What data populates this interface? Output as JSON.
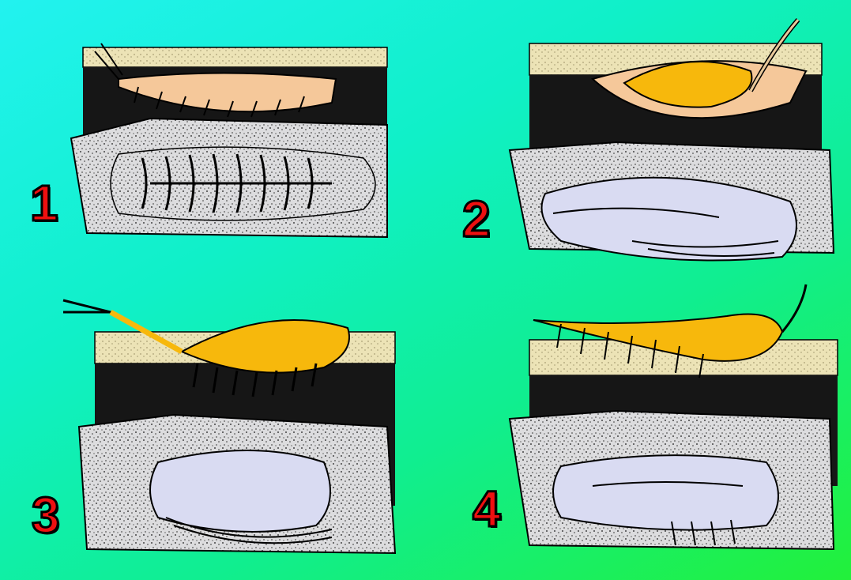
{
  "panels": [
    {
      "label": "1"
    },
    {
      "label": "2"
    },
    {
      "label": "3"
    },
    {
      "label": "4"
    }
  ],
  "colors": {
    "background_top_left": "#22f2f0",
    "background_bottom_right": "#22f03a",
    "sand_layer": "#e8dfb2",
    "mud_layer": "#161616",
    "rock_slab": "#d8d8da",
    "fossil_cast": "#d9dbf2",
    "decaying_body": "#f5c89a",
    "trilobite_body": "#f7b80c",
    "label_number": "#ee1010"
  },
  "icons": [
    "sediment-block-icon",
    "trilobite-icon",
    "fossil-cast-icon",
    "rock-slab-icon"
  ]
}
